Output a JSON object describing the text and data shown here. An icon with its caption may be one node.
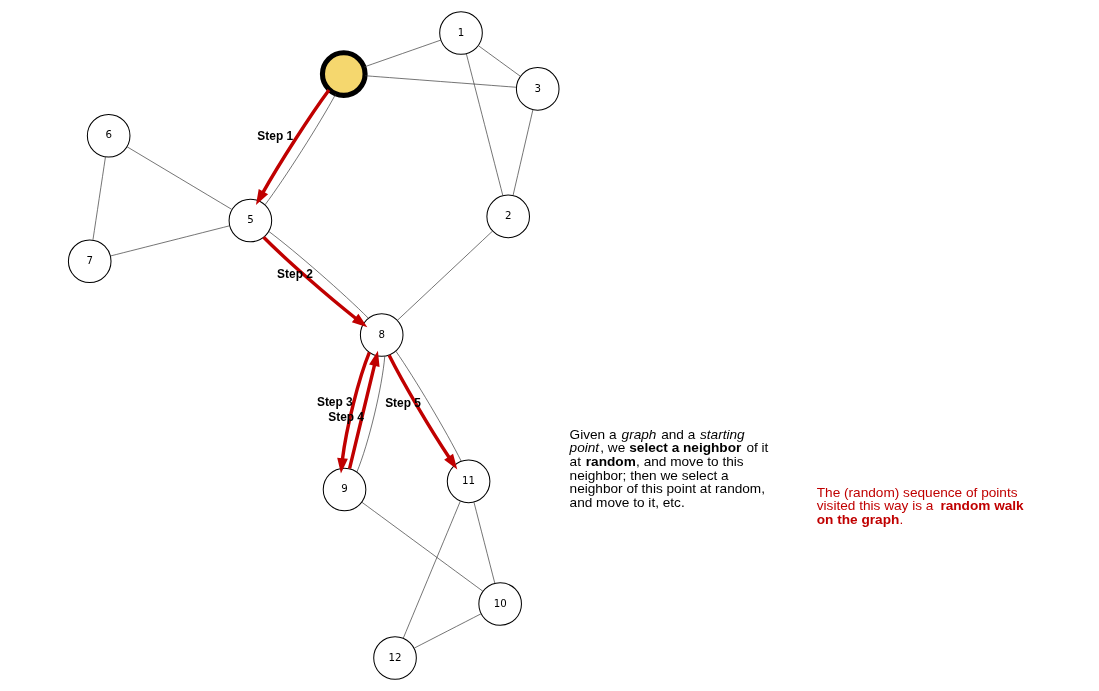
{
  "diagram": {
    "nodes": [
      {
        "text": [
          "1"
        ]
      },
      {
        "text": [
          "2"
        ]
      },
      {
        "text": [
          "3"
        ]
      },
      {
        "text": [],
        "shape": "circle"
      },
      {
        "text": [
          "5"
        ]
      },
      {
        "text": [
          "6"
        ]
      },
      {
        "text": [
          "7"
        ]
      },
      {
        "text": [
          "8"
        ]
      },
      {
        "text": [
          "9"
        ]
      },
      {
        "text": [
          "10"
        ]
      },
      {
        "text": [
          "11"
        ]
      },
      {
        "text": [
          "12"
        ]
      }
    ],
    "edges": [
      {
        "from": 0,
        "to": 1,
        "arrow": "none"
      },
      {
        "from": 0,
        "to": 2,
        "arrow": "none"
      },
      {
        "from": 0,
        "to": 3,
        "arrow": "none"
      },
      {
        "from": 1,
        "to": 2,
        "arrow": "none"
      },
      {
        "from": 1,
        "to": 7,
        "arrow": "none"
      },
      {
        "from": 2,
        "to": 3,
        "arrow": "none"
      },
      {
        "from": 3,
        "to": 4,
        "arrow": "none"
      },
      {
        "from": 4,
        "to": 7,
        "arrow": "none"
      },
      {
        "from": 4,
        "to": 5,
        "arrow": "none"
      },
      {
        "from": 4,
        "to": 6,
        "arrow": "none"
      },
      {
        "from": 5,
        "to": 6,
        "arrow": "none"
      },
      {
        "from": 7,
        "to": 8,
        "arrow": "none"
      },
      {
        "from": 7,
        "to": 10,
        "arrow": "none"
      },
      {
        "from": 8,
        "to": 9,
        "arrow": "none"
      },
      {
        "from": 9,
        "to": 10,
        "arrow": "none"
      },
      {
        "from": 9,
        "to": 11,
        "arrow": "none"
      },
      {
        "from": 10,
        "to": 11,
        "arrow": "none"
      },
      {
        "from": 3,
        "to": 4,
        "arrow": "to",
        "label": "Step 1",
        "style": "thick",
        "color": "#c00000"
      },
      {
        "from": 4,
        "to": 7,
        "arrow": "to",
        "label": "Step 2",
        "style": "thick",
        "color": "#c00000"
      },
      {
        "from": 7,
        "to": 8,
        "arrow": "to",
        "label": "Step 3",
        "style": "thick",
        "color": "#c00000"
      },
      {
        "from": 8,
        "to": 7,
        "arrow": "to",
        "label": "Step 4",
        "style": "thick",
        "color": "#c00000"
      },
      {
        "from": 7,
        "to": 10,
        "arrow": "to",
        "label": "Step 5",
        "style": "thick",
        "color": "#c00000"
      }
    ],
    "labels": [
      "Given a *graph* and a *starting point*, we **select a neighbor** of it at **random**, and move to this neighbor; then we select a neighbor of this point at random, and move to it, etc.",
      "The (random) sequence of points visited this way is a **random walk on the graph**."
    ]
  }
}
